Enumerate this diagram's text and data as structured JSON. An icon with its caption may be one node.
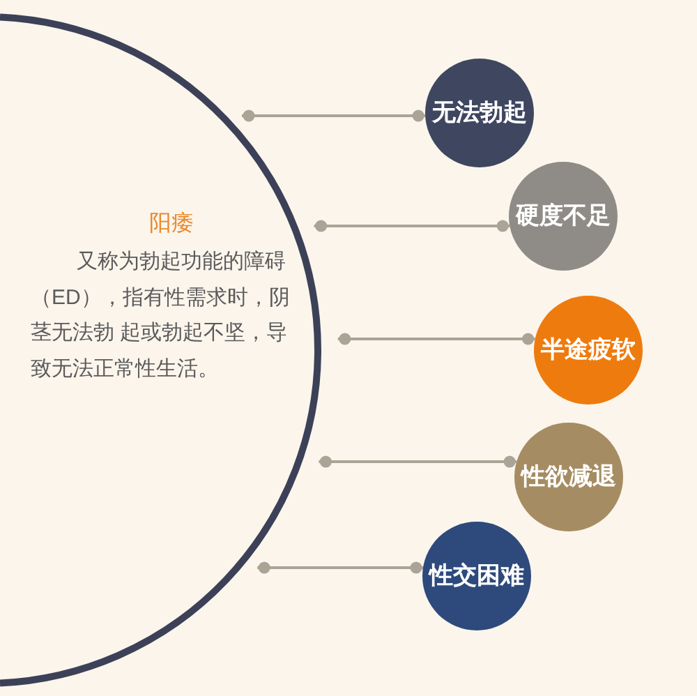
{
  "diagram": {
    "nodes": [
      {
        "text": [
          "阳痿",
          "又称为勃起功能的障碍（ED），指有性需求时，阴茎无法勃 起或勃起不坚，导致无法正常性生活。"
        ]
      },
      {
        "text": [
          "无法勃起"
        ]
      },
      {
        "text": [
          "硬度不足"
        ]
      },
      {
        "text": [
          "半途疲软"
        ]
      },
      {
        "text": [
          "性欲减退"
        ]
      },
      {
        "text": [
          "性交困难"
        ]
      }
    ],
    "edges": [
      {
        "from": 0,
        "to": 1,
        "arrow": "other"
      },
      {
        "from": 0,
        "to": 2,
        "arrow": "other"
      },
      {
        "from": 0,
        "to": 3,
        "arrow": "other"
      },
      {
        "from": 0,
        "to": 4,
        "arrow": "other"
      },
      {
        "from": 0,
        "to": 5,
        "arrow": "other"
      }
    ]
  }
}
